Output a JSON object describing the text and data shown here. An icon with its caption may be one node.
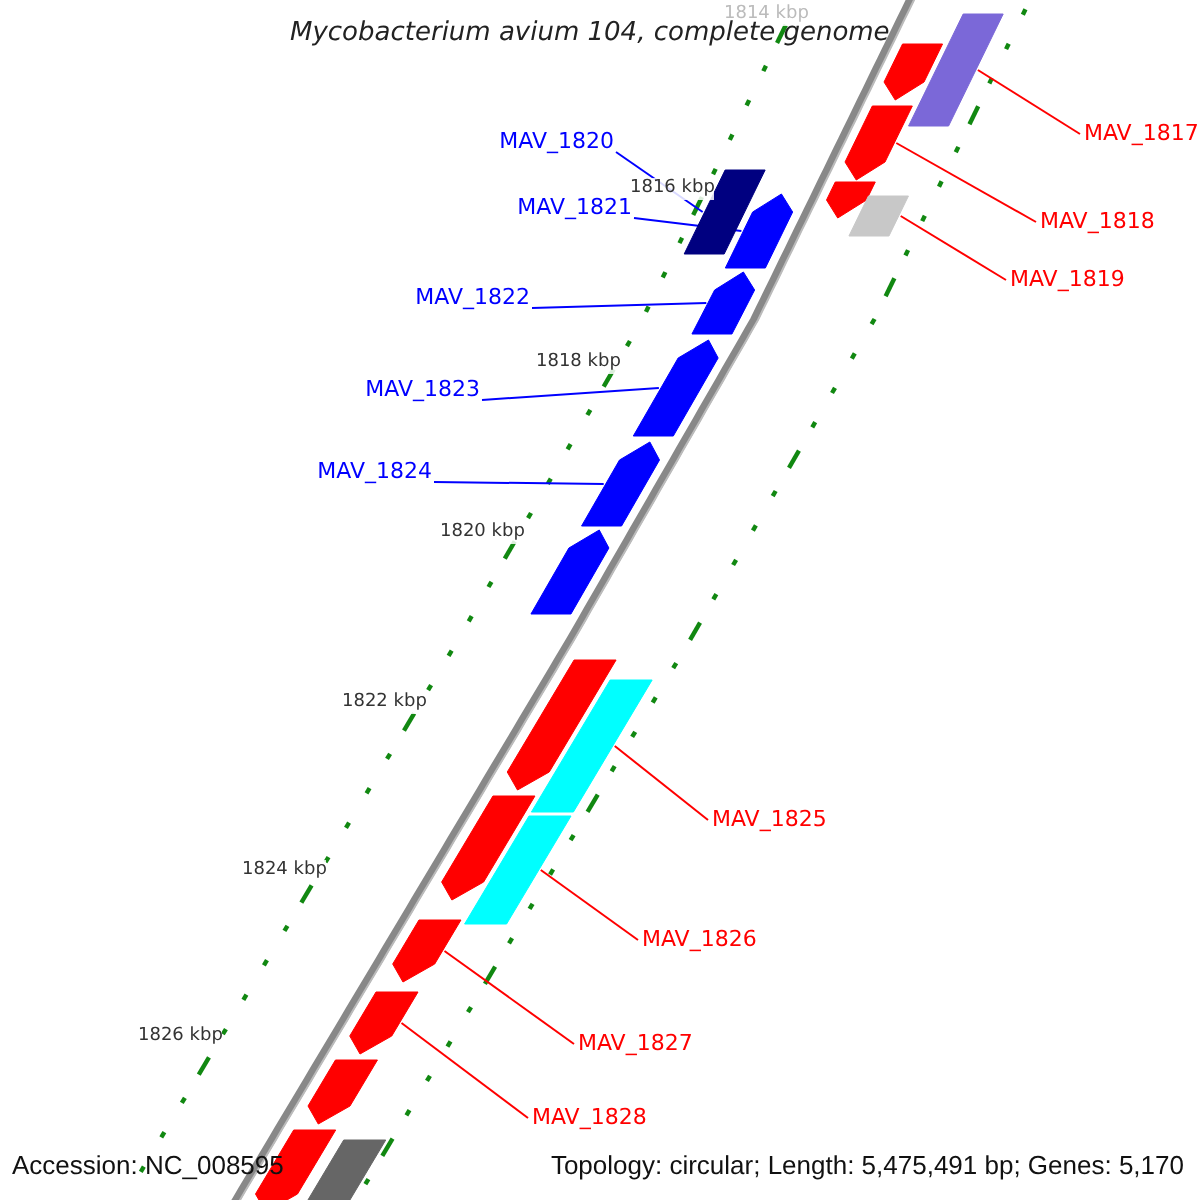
{
  "diagram": {
    "title": "Mycobacterium avium 104, complete genome",
    "nodes": [
      {
        "text": [
          "MAV_1817"
        ]
      },
      {
        "text": [
          "MAV_1820"
        ]
      },
      {
        "text": [
          "MAV_1818"
        ]
      },
      {
        "text": [
          "MAV_1821"
        ]
      },
      {
        "text": [
          "MAV_1819"
        ]
      },
      {
        "text": [
          "MAV_1822"
        ]
      },
      {
        "text": [
          "MAV_1823"
        ]
      },
      {
        "text": [
          "MAV_1824"
        ]
      },
      {
        "text": [
          "MAV_1825"
        ]
      },
      {
        "text": [
          "MAV_1826"
        ]
      },
      {
        "text": [
          "MAV_1827"
        ]
      },
      {
        "text": [
          "MAV_1828"
        ]
      },
      {
        "text": [],
        "shape": "arrow"
      },
      {
        "text": [],
        "shape": "box"
      },
      {
        "text": [],
        "shape": "arrow"
      },
      {
        "text": [],
        "shape": "box"
      },
      {
        "text": [],
        "shape": "arrow"
      },
      {
        "text": [],
        "shape": "arrow"
      },
      {
        "text": [],
        "shape": "box"
      },
      {
        "text": [],
        "shape": "arrow"
      },
      {
        "text": [],
        "shape": "arrow"
      },
      {
        "text": [],
        "shape": "arrow"
      },
      {
        "text": [],
        "shape": "arrow"
      },
      {
        "text": [],
        "shape": "arrow"
      },
      {
        "text": [],
        "shape": "box"
      },
      {
        "text": [],
        "shape": "arrow"
      },
      {
        "text": [],
        "shape": "box"
      },
      {
        "text": [],
        "shape": "arrow"
      },
      {
        "text": [],
        "shape": "arrow"
      },
      {
        "text": [],
        "shape": "arrow"
      },
      {
        "text": [],
        "shape": "arrow"
      },
      {
        "text": [],
        "shape": "box"
      }
    ],
    "edges": [
      {
        "from": 0,
        "to": 13,
        "arrow": "none"
      },
      {
        "from": 1,
        "to": 15,
        "arrow": "none",
        "color": "#0000ff"
      },
      {
        "from": 2,
        "to": 14,
        "arrow": "none"
      },
      {
        "from": 3,
        "to": 17,
        "arrow": "none",
        "color": "#0000ff"
      },
      {
        "from": 4,
        "to": 18,
        "arrow": "none"
      },
      {
        "from": 5,
        "to": 19,
        "arrow": "none",
        "color": "#0000ff"
      },
      {
        "from": 6,
        "to": 20,
        "arrow": "none",
        "color": "#0000ff"
      },
      {
        "from": 7,
        "to": 21,
        "arrow": "none",
        "color": "#0000ff"
      },
      {
        "from": 8,
        "to": 24,
        "arrow": "none"
      },
      {
        "from": 9,
        "to": 26,
        "arrow": "none"
      },
      {
        "from": 10,
        "to": 27,
        "arrow": "none"
      },
      {
        "from": 11,
        "to": 28,
        "arrow": "none"
      }
    ],
    "labels": [
      "1814 kbp",
      "1816 kbp",
      "1818 kbp",
      "1820 kbp",
      "1822 kbp",
      "1824 kbp",
      "1826 kbp",
      "Accession: NC_008595",
      "Topology: circular; Length: 5,475,491 bp; Genes: 5,170"
    ]
  }
}
